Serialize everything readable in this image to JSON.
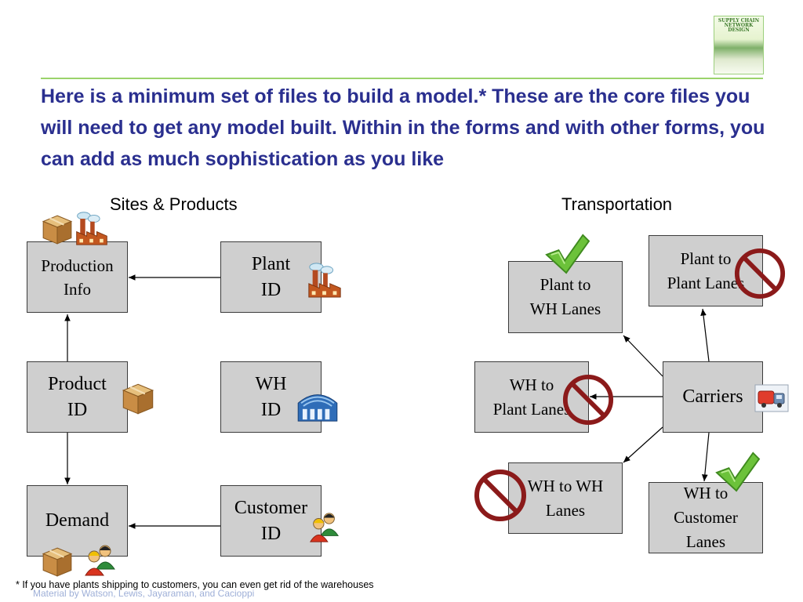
{
  "logo": {
    "title": "SUPPLY CHAIN NETWORK DESIGN"
  },
  "heading": "Here is a minimum set of files to build a model.*  These are the core files you will need to get any model built.  Within in the forms and with other forms, you can add as much sophistication as you like",
  "sections": {
    "left": "Sites & Products",
    "right": "Transportation"
  },
  "boxes": {
    "production_info": "Production\nInfo",
    "plant_id": "Plant\nID",
    "product_id": "Product\nID",
    "wh_id": "WH\nID",
    "demand": "Demand",
    "customer_id": "Customer\nID",
    "plant_wh_lanes": "Plant to\nWH Lanes",
    "plant_plant_lanes": "Plant to\nPlant Lanes",
    "wh_plant_lanes": "WH to\nPlant Lanes",
    "carriers": "Carriers",
    "wh_wh_lanes": "WH to WH\nLanes",
    "wh_customer_lanes": "WH to\nCustomer\nLanes"
  },
  "icons": [
    "box-icon",
    "factory-icon",
    "warehouse-icon",
    "people-icon",
    "checkmark-icon",
    "prohibited-icon",
    "truck-icon"
  ],
  "colors": {
    "heading": "#2a2f8f",
    "box_fill": "#cfcfcf",
    "check": "#6cc23a",
    "prohibited": "#8b1a1a"
  },
  "footnote": "* If you have plants shipping to customers, you can even get rid of the warehouses",
  "copyright": "Material by Watson, Lewis, Jayaraman, and Cacioppi"
}
